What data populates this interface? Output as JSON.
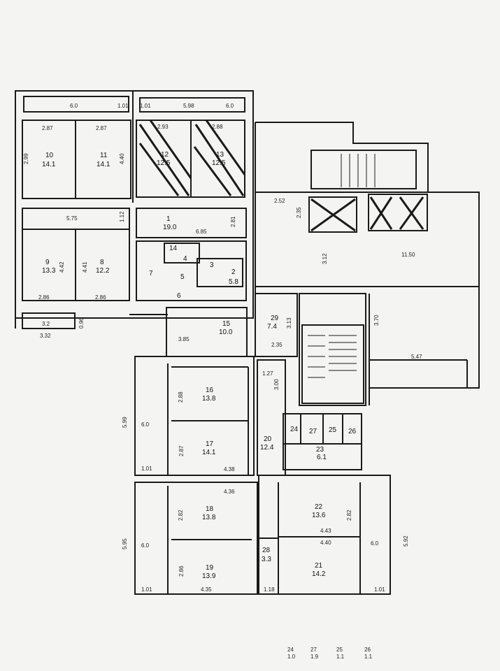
{
  "rooms": [
    {
      "id": "r10",
      "num": "10",
      "area": "14.1"
    },
    {
      "id": "r11",
      "num": "11",
      "area": "14.1"
    },
    {
      "id": "r12",
      "num": "12",
      "area": "12.5"
    },
    {
      "id": "r13",
      "num": "13",
      "area": "12.5"
    },
    {
      "id": "r9",
      "num": "9",
      "area": "13.3"
    },
    {
      "id": "r8",
      "num": "8",
      "area": "12.2"
    },
    {
      "id": "r1",
      "num": "1",
      "area": "19.0"
    },
    {
      "id": "r14",
      "num": "14",
      "area": ""
    },
    {
      "id": "r4",
      "num": "4",
      "area": ""
    },
    {
      "id": "r5",
      "num": "5",
      "area": ""
    },
    {
      "id": "r6",
      "num": "6",
      "area": ""
    },
    {
      "id": "r7",
      "num": "7",
      "area": ""
    },
    {
      "id": "r3",
      "num": "3",
      "area": ""
    },
    {
      "id": "r2",
      "num": "2",
      "area": "5.8"
    },
    {
      "id": "r15",
      "num": "15",
      "area": "10.0"
    },
    {
      "id": "r29",
      "num": "29",
      "area": "7.4"
    },
    {
      "id": "r16",
      "num": "16",
      "area": "13.8"
    },
    {
      "id": "r17",
      "num": "17",
      "area": "14.1"
    },
    {
      "id": "r20",
      "num": "20",
      "area": "12.4"
    },
    {
      "id": "r24",
      "num": "24",
      "area": ""
    },
    {
      "id": "r27",
      "num": "27",
      "area": ""
    },
    {
      "id": "r25",
      "num": "25",
      "area": ""
    },
    {
      "id": "r26",
      "num": "26",
      "area": ""
    },
    {
      "id": "r23",
      "num": "23",
      "area": "6.1"
    },
    {
      "id": "r18",
      "num": "18",
      "area": "13.8"
    },
    {
      "id": "r19",
      "num": "19",
      "area": "13.9"
    },
    {
      "id": "r28",
      "num": "28",
      "area": "3.3"
    },
    {
      "id": "r22",
      "num": "22",
      "area": "13.6"
    },
    {
      "id": "r21",
      "num": "21",
      "area": "14.2"
    }
  ],
  "dimensions": [
    "6.0",
    "1.01",
    "1.01",
    "5.98",
    "6.0",
    "2.87",
    "2.87",
    "2.93",
    "2.88",
    "2.99",
    "4.40",
    "5.75",
    "1.12",
    "6.85",
    "2.81",
    "4.42",
    "4.41",
    "2.86",
    "2.86",
    "3.2",
    "3.32",
    "0.96",
    "3.85",
    "3.13",
    "2.35",
    "2.52",
    "2.35",
    "3.12",
    "11.50",
    "3.70",
    "5.47",
    "1.27",
    "3.00",
    "2.88",
    "2.87",
    "4.38",
    "5.99",
    "6.0",
    "1.01",
    "4.36",
    "2.82",
    "5.95",
    "6.0",
    "2.86",
    "4.35",
    "1.01",
    "1.18",
    "2.82",
    "4.43",
    "4.40",
    "5.92",
    "6.0",
    "1.01"
  ],
  "bottom_labels": [
    {
      "num": "24",
      "area": "1.0"
    },
    {
      "num": "27",
      "area": "1.9"
    },
    {
      "num": "25",
      "area": "1.1"
    },
    {
      "num": "26",
      "area": "1.1"
    }
  ]
}
